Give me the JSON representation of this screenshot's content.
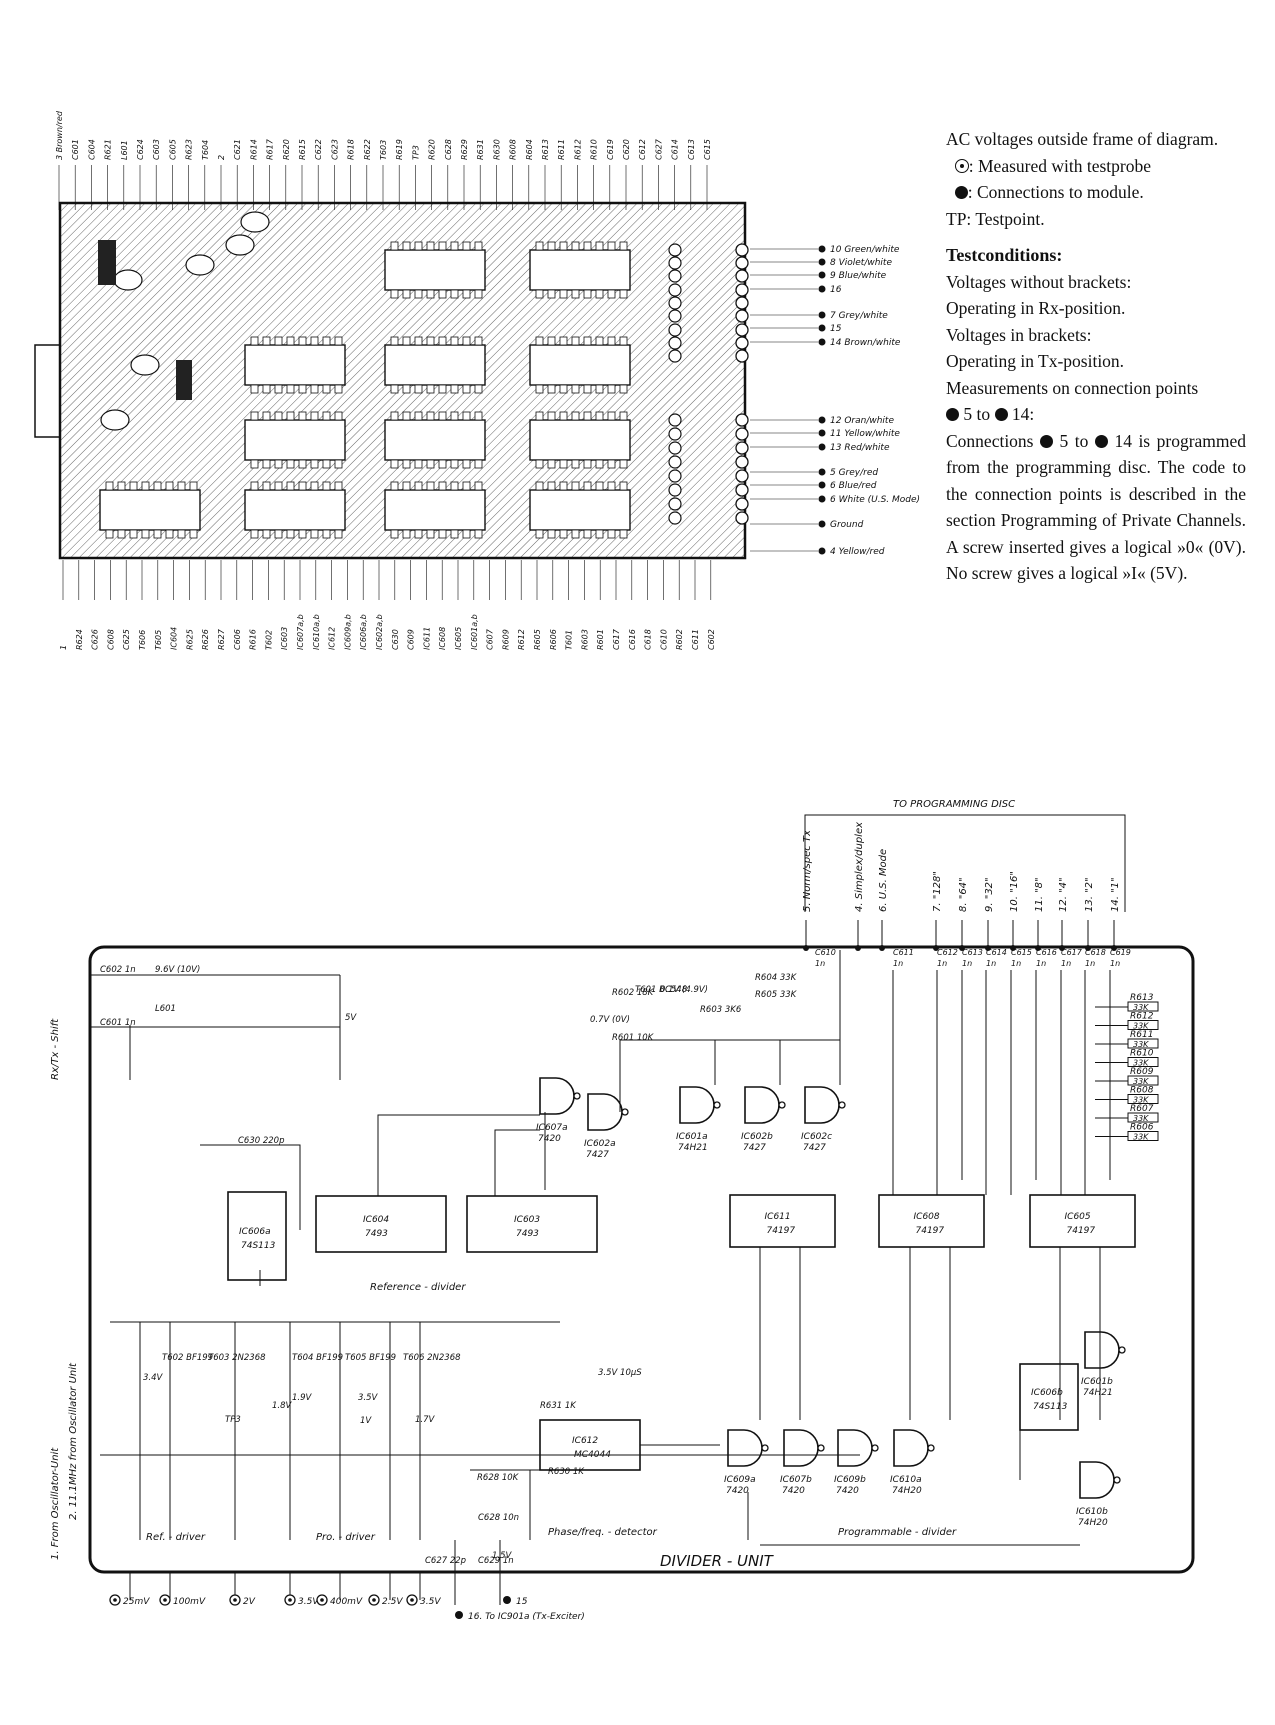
{
  "legend": {
    "line1": "AC voltages outside frame of diagram.",
    "line2": ": Measured with testprobe",
    "line3": ": Connections to module.",
    "line4": "TP: Testpoint.",
    "heading": "Testconditions:",
    "cond1": "Voltages without brackets:",
    "cond2": "Operating in Rx-position.",
    "cond3": "Voltages in brackets:",
    "cond4": "Operating in Tx-position.",
    "cond5": "Measurements on connection points",
    "cond6a": "5 to",
    "cond6b": "14:",
    "para_a": "Connections",
    "para_b": "5 to",
    "para_c": "14 is programmed from the programming disc. The code to the connection points is described in the section Programming of Private Channels. A screw inserted gives a logical »0« (0V). No screw gives a logical »I« (5V)."
  },
  "pcb": {
    "top_labels": [
      "3 Brown/red",
      "C601",
      "C604",
      "R621",
      "L601",
      "C624",
      "C603",
      "C605",
      "R623",
      "T604",
      "2",
      "C621",
      "R614",
      "R617",
      "R620",
      "R615",
      "C622",
      "C623",
      "R618",
      "R622",
      "T603",
      "R619",
      "TP3",
      "R620",
      "C628",
      "R629",
      "R631",
      "R630",
      "R608",
      "R604",
      "R613",
      "R611",
      "R612",
      "R610",
      "C619",
      "C620",
      "C612",
      "C627",
      "C614",
      "C613",
      "C615"
    ],
    "right_labels": [
      "10 Green/white",
      "8 Violet/white",
      "9 Blue/white",
      "16",
      "7 Grey/white",
      "15",
      "14 Brown/white",
      "12 Oran/white",
      "11 Yellow/white",
      "13 Red/white",
      "5 Grey/red",
      "6 Blue/red",
      "6 White (U.S. Mode)",
      "Ground",
      "4 Yellow/red"
    ],
    "bottom_labels": [
      "1",
      "R624",
      "C626",
      "C608",
      "C625",
      "T606",
      "T605",
      "IC604",
      "R625",
      "R626",
      "R627",
      "C606",
      "R616",
      "T602",
      "IC603",
      "IC607a,b",
      "IC610a,b",
      "IC612",
      "IC609a,b",
      "IC606a,b",
      "IC602a,b",
      "C630",
      "C609",
      "IC611",
      "IC608",
      "IC605",
      "IC601a,b",
      "C607",
      "R609",
      "R612",
      "R605",
      "R606",
      "T601",
      "R603",
      "R601",
      "C617",
      "C616",
      "C618",
      "C610",
      "R602",
      "C611",
      "C602"
    ]
  },
  "schematic": {
    "title": "DIVIDER - UNIT",
    "to_programming_disc": "TO PROGRAMMING DISC",
    "disc_pins": [
      "5. Norm/spec Tx",
      "4. Simplex/duplex",
      "6. U.S. Mode",
      "7. \"128\"",
      "8. \"64\"",
      "9. \"32\"",
      "10. \"16\"",
      "11. \"8\"",
      "12. \"4\"",
      "13. \"2\"",
      "14. \"1\""
    ],
    "ic_boxes": [
      {
        "name": "IC606a",
        "type": "74S113"
      },
      {
        "name": "IC604",
        "type": "7493"
      },
      {
        "name": "IC603",
        "type": "7493"
      },
      {
        "name": "IC611",
        "type": "74197"
      },
      {
        "name": "IC608",
        "type": "74197"
      },
      {
        "name": "IC605",
        "type": "74197"
      },
      {
        "name": "IC612",
        "type": "MC4044"
      },
      {
        "name": "IC606b",
        "type": "74S113"
      }
    ],
    "gates": [
      {
        "name": "IC607a",
        "type": "7420"
      },
      {
        "name": "IC602a",
        "type": "7427"
      },
      {
        "name": "IC601a",
        "type": "74H21"
      },
      {
        "name": "IC602b",
        "type": "7427"
      },
      {
        "name": "IC602c",
        "type": "7427"
      },
      {
        "name": "IC609a",
        "type": "7420"
      },
      {
        "name": "IC607b",
        "type": "7420"
      },
      {
        "name": "IC609b",
        "type": "7420"
      },
      {
        "name": "IC610a",
        "type": "74H20"
      },
      {
        "name": "IC601b",
        "type": "74H21"
      },
      {
        "name": "IC610b",
        "type": "74H20"
      }
    ],
    "resistors_right": [
      "R613 33K",
      "R612 33K",
      "R611 33K",
      "R610 33K",
      "R609 33K",
      "R608 33K",
      "R607 33K",
      "R606 33K"
    ],
    "caps_top": [
      "C610 1n",
      "C611 1n",
      "C612 1n",
      "C613 1n",
      "C614 1n",
      "C615 1n",
      "C616 1n",
      "C617 1n",
      "C618 1n",
      "C619 1n"
    ],
    "section_labels": [
      "Reference - divider",
      "Programmable - divider",
      "Phase/freq. - detector",
      "Ref. - driver",
      "Pro. - driver"
    ],
    "left_inputs": [
      "Rx/Tx - Shift",
      "1. From Oscillator-Unit",
      "2. 11.1MHz from Oscillator Unit"
    ],
    "misc_labels": [
      "C602 1n",
      "9.6V (10V)",
      "C601 1n",
      "L601",
      "5V",
      "T601 BC548",
      "0.1V (4.9V)",
      "R603 3K6",
      "R604 33K",
      "R605 33K",
      "0.7V (0V)",
      "R602 18K",
      "R601 10K",
      "C630 220p",
      "T602 BF199",
      "T603 2N2368",
      "T604 BF199",
      "T605 BF199",
      "T606 2N2368",
      "3.4V",
      "1.9V",
      "1.8V",
      "3.5V",
      "1V",
      "1.7V",
      "TP3",
      "R631 1K",
      "R630 1K",
      "R628 10K",
      "C628 10n",
      "C627 22p",
      "1.5V",
      "C629 1n",
      "3.5V 10µS"
    ],
    "bottom_probes": [
      "25mV",
      "100mV",
      "2V",
      "3.5V",
      "400mV",
      "2.5V",
      "3.5V"
    ],
    "bottom_outputs": [
      "15",
      "16. To IC901a (Tx-Exciter)"
    ]
  }
}
